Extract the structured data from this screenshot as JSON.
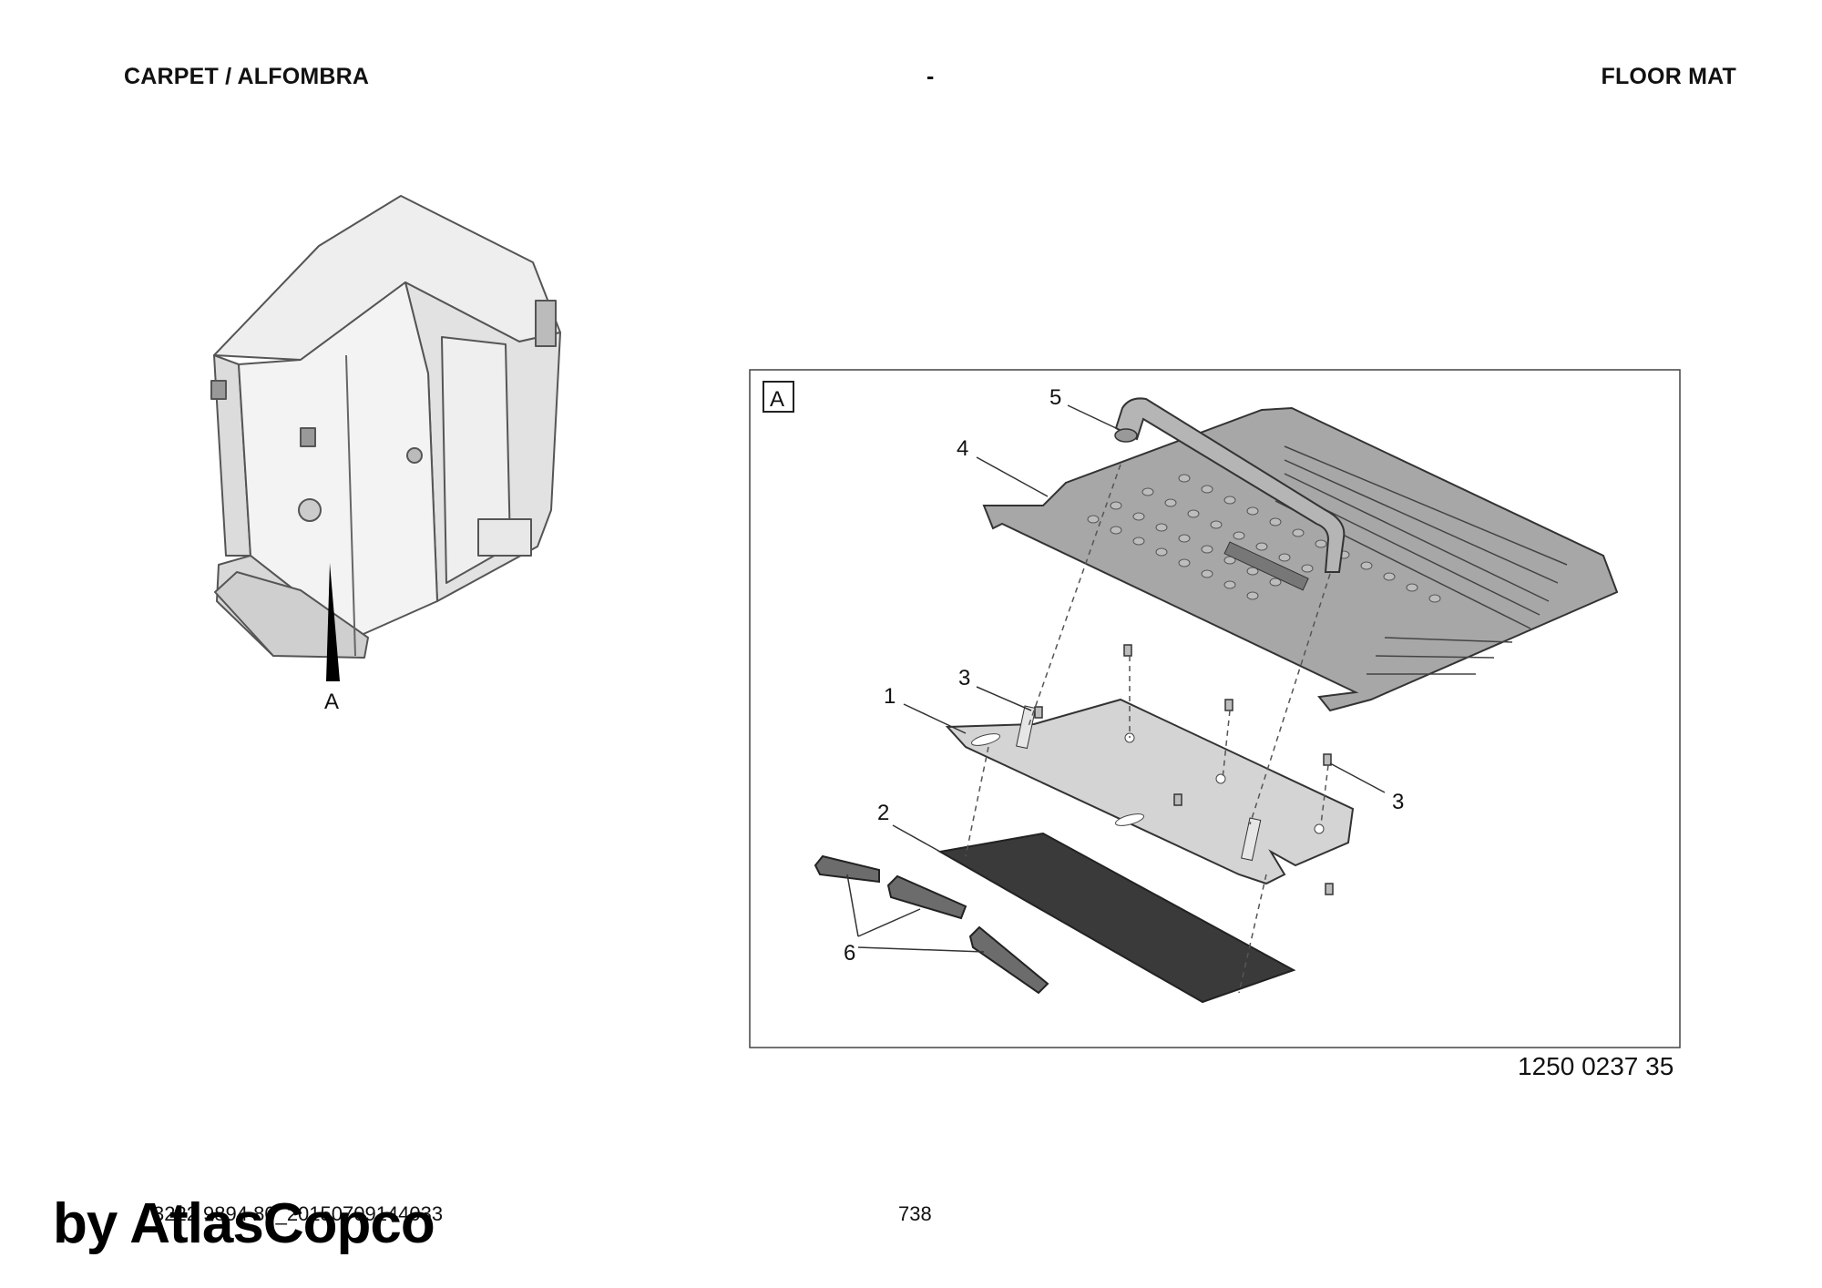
{
  "header": {
    "left_title": "CARPET / ALFOMBRA",
    "center_mark": "-",
    "right_title": "FLOOR MAT"
  },
  "overview": {
    "view_label": "A"
  },
  "detail": {
    "frame_label": "A",
    "figure_number": "1250 0237 35",
    "callouts": [
      "5",
      "4",
      "3",
      "1",
      "3",
      "2",
      "6"
    ]
  },
  "footer": {
    "document_id": "3222 9894 80_20150709144033",
    "page_number": "738",
    "watermark": "by AtlasCopco"
  }
}
